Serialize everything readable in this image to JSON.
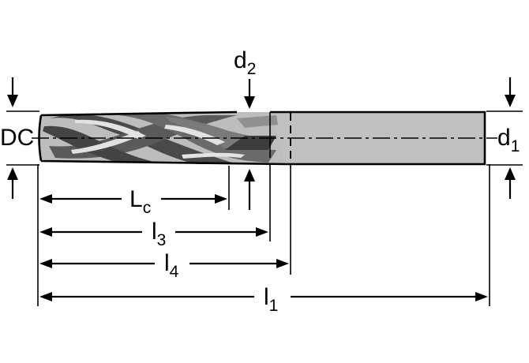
{
  "labels": {
    "dc": "DC",
    "d1": {
      "main": "d",
      "sub": "1"
    },
    "d2": {
      "main": "d",
      "sub": "2"
    },
    "lc": {
      "main": "L",
      "sub": "c"
    },
    "l3": {
      "main": "l",
      "sub": "3"
    },
    "l4": {
      "main": "l",
      "sub": "4"
    },
    "l1": {
      "main": "l",
      "sub": "1"
    }
  },
  "colors": {
    "shank_fill": "#c0c0c0",
    "flute_light": "#cfcfcf",
    "flute_dark": "#555555",
    "line": "#000000"
  }
}
